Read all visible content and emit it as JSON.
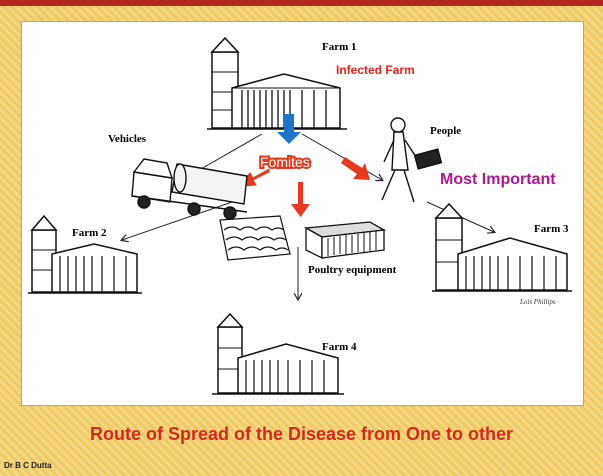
{
  "nodes": {
    "farm1": "Farm 1",
    "farm2": "Farm 2",
    "farm3": "Farm 3",
    "farm4": "Farm 4",
    "vehicles": "Vehicles",
    "people": "People",
    "poultry_equipment": "Poultry equipment"
  },
  "annotations": {
    "infected_farm": "Infected Farm",
    "fomites": "Fomites",
    "most_important": "Most Important"
  },
  "signature": "Lois Phillips",
  "caption": "Route of Spread of the Disease from One to other",
  "author": "Dr B C Dutta",
  "colors": {
    "background": "#f4d77e",
    "caption": "#d32a1f",
    "arrow_red": "#e8391f",
    "arrow_blue": "#1f74c8",
    "highlight": "#b0168f"
  }
}
